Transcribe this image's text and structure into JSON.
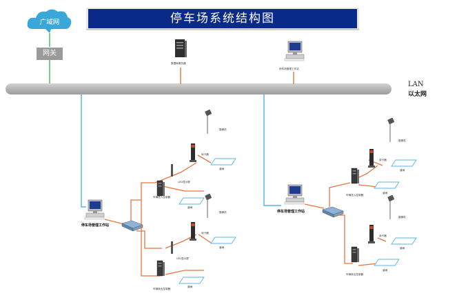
{
  "title": "停车场系统结构图",
  "cloud": {
    "label": "广域网"
  },
  "gateway": {
    "label": "网关"
  },
  "lan": {
    "label_en": "LAN",
    "label_zh": "以太网"
  },
  "server": {
    "label": "数据库服务器"
  },
  "mgmt_top": {
    "label": "停车场管理工作站"
  },
  "left_ws": {
    "label": "停车场管理工作站"
  },
  "right_ws": {
    "label": "停车场管理工作站"
  },
  "devices": {
    "camera": "摄像机",
    "reader": "读卡器",
    "barrier": "道闸",
    "entry_ctrl": "车辆进入控制器",
    "exit_ctrl": "车辆驶出控制器",
    "display": "LED显示屏"
  },
  "colors": {
    "banner": "#0a2a8a",
    "lan_bar": "#b9b9b9",
    "cable_orange": "#e8743b",
    "cable_blue": "#5ab4e0",
    "cloud": "#39a8d8",
    "gateway": "#9a9a9a"
  }
}
